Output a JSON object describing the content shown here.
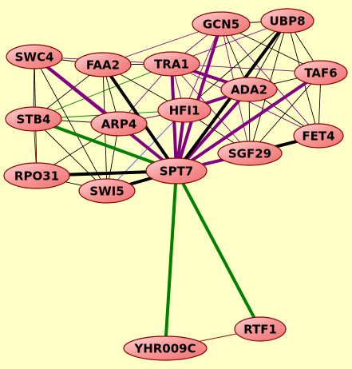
{
  "diagram": {
    "type": "network",
    "colors": {
      "background": "#ffffc8",
      "node_fill": "#f88a8a",
      "node_highlight": "#ffd6d6",
      "node_stroke": "#8b0000",
      "edge_black": "#000000",
      "edge_purple": "#800080",
      "edge_green": "#008000",
      "edge_blue": "#3a3aff",
      "edge_red": "#8b0000"
    },
    "nodes": [
      {
        "id": "GCN5",
        "label": "GCN5"
      },
      {
        "id": "UBP8",
        "label": "UBP8"
      },
      {
        "id": "SWC4",
        "label": "SWC4"
      },
      {
        "id": "FAA2",
        "label": "FAA2"
      },
      {
        "id": "TRA1",
        "label": "TRA1"
      },
      {
        "id": "TAF6",
        "label": "TAF6"
      },
      {
        "id": "ADA2",
        "label": "ADA2"
      },
      {
        "id": "HFI1",
        "label": "HFI1"
      },
      {
        "id": "STB4",
        "label": "STB4"
      },
      {
        "id": "ARP4",
        "label": "ARP4"
      },
      {
        "id": "FET4",
        "label": "FET4"
      },
      {
        "id": "SGF29",
        "label": "SGF29"
      },
      {
        "id": "SPT7",
        "label": "SPT7"
      },
      {
        "id": "RPO31",
        "label": "RPO31"
      },
      {
        "id": "SWI5",
        "label": "SWI5"
      },
      {
        "id": "RTF1",
        "label": "RTF1"
      },
      {
        "id": "YHR009C",
        "label": "YHR009C"
      }
    ],
    "edges": [
      {
        "from": "SPT7",
        "to": "YHR009C",
        "color": "green",
        "weight": "heavy"
      },
      {
        "from": "SPT7",
        "to": "RTF1",
        "color": "green",
        "weight": "heavy"
      },
      {
        "from": "YHR009C",
        "to": "RTF1",
        "color": "red",
        "weight": "thin"
      },
      {
        "from": "SPT7",
        "to": "STB4",
        "color": "green",
        "weight": "heavy"
      },
      {
        "from": "SPT7",
        "to": "SWC4",
        "color": "purple",
        "weight": "heavy"
      },
      {
        "from": "SPT7",
        "to": "TRA1",
        "color": "purple",
        "weight": "heavy"
      },
      {
        "from": "SPT7",
        "to": "GCN5",
        "color": "purple",
        "weight": "heavy"
      },
      {
        "from": "SPT7",
        "to": "ADA2",
        "color": "purple",
        "weight": "heavy"
      },
      {
        "from": "SPT7",
        "to": "TAF6",
        "color": "purple",
        "weight": "heavy"
      },
      {
        "from": "SPT7",
        "to": "HFI1",
        "color": "purple",
        "weight": "heavy"
      },
      {
        "from": "SPT7",
        "to": "SGF29",
        "color": "purple",
        "weight": "heavy"
      },
      {
        "from": "SPT7",
        "to": "FAA2",
        "color": "black",
        "weight": "heavy"
      },
      {
        "from": "SPT7",
        "to": "UBP8",
        "color": "black",
        "weight": "heavy"
      },
      {
        "from": "SPT7",
        "to": "RPO31",
        "color": "black",
        "weight": "heavy"
      },
      {
        "from": "SPT7",
        "to": "SWI5",
        "color": "black",
        "weight": "heavy"
      },
      {
        "from": "SPT7",
        "to": "ARP4",
        "color": "black",
        "weight": "medium"
      },
      {
        "from": "SPT7",
        "to": "FET4",
        "color": "black",
        "weight": "medium"
      },
      {
        "from": "FET4",
        "to": "SGF29",
        "color": "black",
        "weight": "heavy"
      },
      {
        "from": "HFI1",
        "to": "ADA2",
        "color": "purple",
        "weight": "heavy"
      },
      {
        "from": "TRA1",
        "to": "ADA2",
        "color": "purple",
        "weight": "heavy"
      },
      {
        "from": "GCN5",
        "to": "UBP8",
        "color": "black",
        "weight": "thin"
      },
      {
        "from": "SWC4",
        "to": "FAA2",
        "color": "black",
        "weight": "thin"
      },
      {
        "from": "FAA2",
        "to": "TRA1",
        "color": "black",
        "weight": "thin"
      },
      {
        "from": "TRA1",
        "to": "GCN5",
        "color": "purple",
        "weight": "thin"
      },
      {
        "from": "TRA1",
        "to": "UBP8",
        "color": "purple",
        "weight": "thin"
      },
      {
        "from": "TRA1",
        "to": "HFI1",
        "color": "purple",
        "weight": "thin"
      },
      {
        "from": "TRA1",
        "to": "ARP4",
        "color": "purple",
        "weight": "thin"
      },
      {
        "from": "TRA1",
        "to": "TAF6",
        "color": "purple",
        "weight": "thin"
      },
      {
        "from": "TRA1",
        "to": "SGF29",
        "color": "purple",
        "weight": "thin"
      },
      {
        "from": "TRA1",
        "to": "FET4",
        "color": "purple",
        "weight": "thin"
      },
      {
        "from": "TRA1",
        "to": "STB4",
        "color": "green",
        "weight": "thin"
      },
      {
        "from": "TRA1",
        "to": "SWC4",
        "color": "purple",
        "weight": "thin"
      },
      {
        "from": "GCN5",
        "to": "ADA2",
        "color": "black",
        "weight": "thin"
      },
      {
        "from": "GCN5",
        "to": "TAF6",
        "color": "black",
        "weight": "thin"
      },
      {
        "from": "GCN5",
        "to": "HFI1",
        "color": "purple",
        "weight": "thin"
      },
      {
        "from": "GCN5",
        "to": "SGF29",
        "color": "purple",
        "weight": "thin"
      },
      {
        "from": "GCN5",
        "to": "FET4",
        "color": "purple",
        "weight": "thin"
      },
      {
        "from": "UBP8",
        "to": "TAF6",
        "color": "black",
        "weight": "thin"
      },
      {
        "from": "UBP8",
        "to": "ADA2",
        "color": "black",
        "weight": "thin"
      },
      {
        "from": "UBP8",
        "to": "FET4",
        "color": "black",
        "weight": "thin"
      },
      {
        "from": "UBP8",
        "to": "SGF29",
        "color": "black",
        "weight": "thin"
      },
      {
        "from": "UBP8",
        "to": "HFI1",
        "color": "black",
        "weight": "thin"
      },
      {
        "from": "TAF6",
        "to": "ADA2",
        "color": "black",
        "weight": "thin"
      },
      {
        "from": "TAF6",
        "to": "FET4",
        "color": "black",
        "weight": "thin"
      },
      {
        "from": "TAF6",
        "to": "SGF29",
        "color": "black",
        "weight": "thin"
      },
      {
        "from": "ADA2",
        "to": "FET4",
        "color": "black",
        "weight": "thin"
      },
      {
        "from": "ADA2",
        "to": "SGF29",
        "color": "black",
        "weight": "thin"
      },
      {
        "from": "HFI1",
        "to": "SGF29",
        "color": "black",
        "weight": "thin"
      },
      {
        "from": "HFI1",
        "to": "ARP4",
        "color": "purple",
        "weight": "thin"
      },
      {
        "from": "HFI1",
        "to": "FAA2",
        "color": "black",
        "weight": "thin"
      },
      {
        "from": "HFI1",
        "to": "STB4",
        "color": "green",
        "weight": "thin"
      },
      {
        "from": "HFI1",
        "to": "SWI5",
        "color": "blue",
        "weight": "thin"
      },
      {
        "from": "FAA2",
        "to": "ARP4",
        "color": "black",
        "weight": "thin"
      },
      {
        "from": "FAA2",
        "to": "STB4",
        "color": "black",
        "weight": "thin"
      },
      {
        "from": "FAA2",
        "to": "SWI5",
        "color": "black",
        "weight": "thin"
      },
      {
        "from": "FAA2",
        "to": "GCN5",
        "color": "purple",
        "weight": "thin"
      },
      {
        "from": "SWC4",
        "to": "STB4",
        "color": "black",
        "weight": "thin"
      },
      {
        "from": "SWC4",
        "to": "ARP4",
        "color": "purple",
        "weight": "heavy"
      },
      {
        "from": "SWC4",
        "to": "RPO31",
        "color": "black",
        "weight": "thin"
      },
      {
        "from": "SWC4",
        "to": "SWI5",
        "color": "black",
        "weight": "thin"
      },
      {
        "from": "STB4",
        "to": "ARP4",
        "color": "black",
        "weight": "thin"
      },
      {
        "from": "STB4",
        "to": "RPO31",
        "color": "red",
        "weight": "thin"
      },
      {
        "from": "STB4",
        "to": "SWI5",
        "color": "black",
        "weight": "thin"
      },
      {
        "from": "ARP4",
        "to": "RPO31",
        "color": "black",
        "weight": "thin"
      },
      {
        "from": "ARP4",
        "to": "SWI5",
        "color": "black",
        "weight": "thin"
      },
      {
        "from": "RPO31",
        "to": "SWI5",
        "color": "black",
        "weight": "thin"
      }
    ]
  }
}
